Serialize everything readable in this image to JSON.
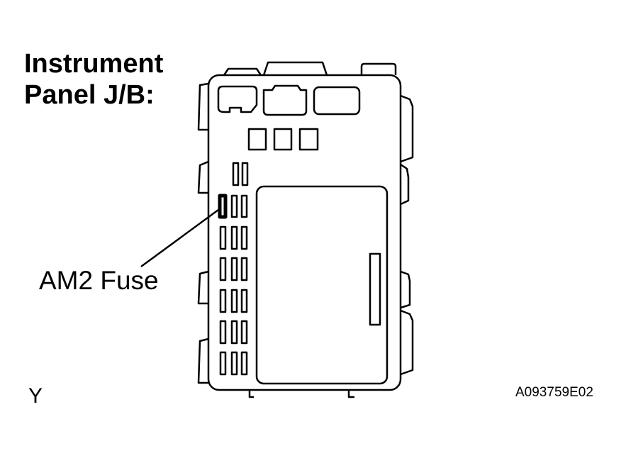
{
  "title_lines": {
    "line1": "Instrument",
    "line2": "Panel J/B:"
  },
  "callout": {
    "label": "AM2 Fuse"
  },
  "view_letter": "Y",
  "figure_id": "A093759E02",
  "colors": {
    "line": "#000000",
    "background": "#ffffff"
  }
}
